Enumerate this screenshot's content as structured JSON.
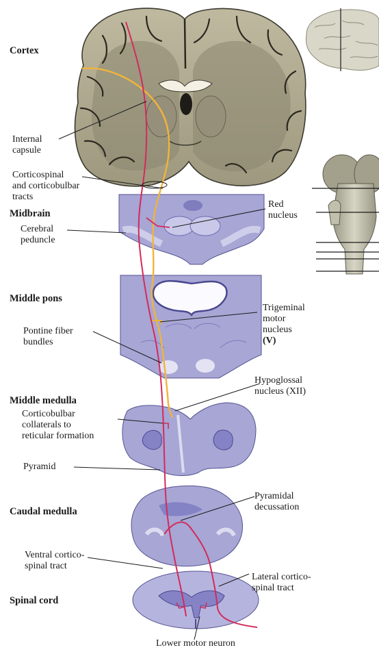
{
  "levels": {
    "cortex": "Cortex",
    "midbrain": "Midbrain",
    "middle_pons": "Middle pons",
    "middle_medulla": "Middle medulla",
    "caudal_medulla": "Caudal medulla",
    "spinal_cord": "Spinal cord"
  },
  "labels": {
    "internal_capsule": "Internal\ncapsule",
    "corticospinal_tracts": "Corticospinal\nand corticobulbar\ntracts",
    "cerebral_peduncle": "Cerebral\npeduncle",
    "red_nucleus": "Red\nnucleus",
    "pontine_fiber_bundles": "Pontine fiber\nbundles",
    "trigeminal_motor_nucleus": "Trigeminal\nmotor\nnucleus",
    "trigeminal_numeral": "(V)",
    "hypoglossal_nucleus_a": "Hypoglossal",
    "hypoglossal_nucleus_b": "nucleus (XII)",
    "corticobulbar_collaterals": "Corticobulbar\ncollaterals to\nreticular formation",
    "pyramid": "Pyramid",
    "pyramidal_decussation": "Pyramidal\ndecussation",
    "ventral_corticospinal": "Ventral cortico-\nspinal tract",
    "lateral_corticospinal": "Lateral cortico-\nspinal tract",
    "lower_motor_neuron": "Lower motor neuron"
  },
  "colors": {
    "corticospinal_tract": "#d42a5a",
    "corticobulbar_tract": "#f1b43a",
    "brain_tissue": "#a39d84",
    "gray_matter": "#7b7766",
    "section_stain": "#a9a8d6",
    "section_dark": "#6e6cb4"
  }
}
